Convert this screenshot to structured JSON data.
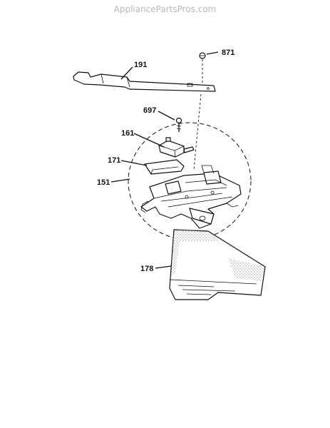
{
  "watermark": "AppliancePartsPros.com",
  "callouts": [
    {
      "id": "871",
      "label": "871"
    },
    {
      "id": "191",
      "label": "191"
    },
    {
      "id": "697",
      "label": "697"
    },
    {
      "id": "161",
      "label": "161"
    },
    {
      "id": "171",
      "label": "171"
    },
    {
      "id": "151",
      "label": "151"
    },
    {
      "id": "178",
      "label": "178"
    }
  ]
}
